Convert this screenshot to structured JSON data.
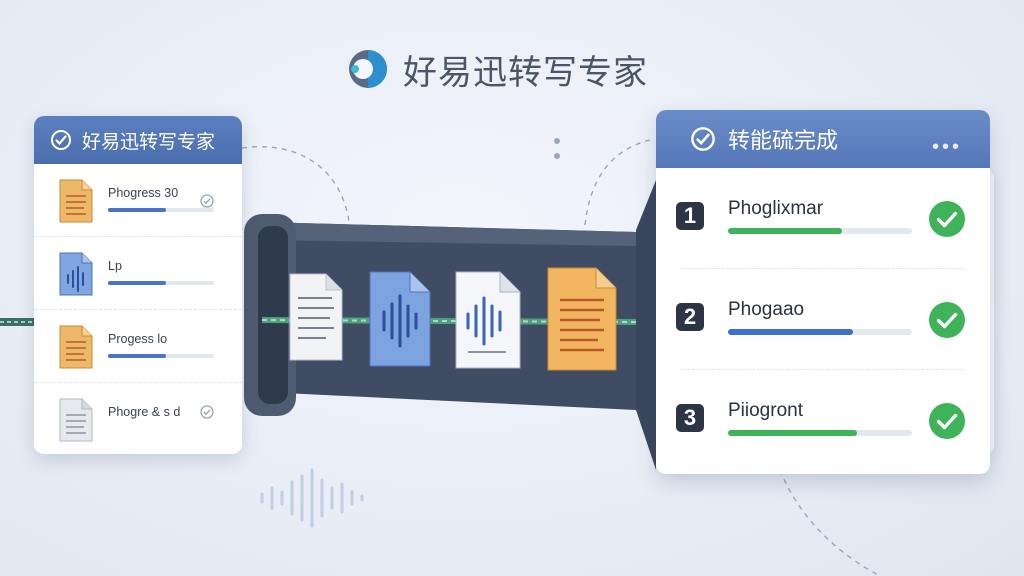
{
  "brand": {
    "title": "好易迅转写专家"
  },
  "left_panel": {
    "title": "好易迅转写专家",
    "items": [
      {
        "label": "Phogress 30",
        "progress": 0.55,
        "icon": "text-doc-icon",
        "color": "#e8b565",
        "tick": true
      },
      {
        "label": "Lp",
        "progress": 0.55,
        "icon": "audio-doc-icon",
        "color": "#6d95d6",
        "tick": false
      },
      {
        "label": "Progess lo",
        "progress": 0.55,
        "icon": "text-doc-icon",
        "color": "#e8b565",
        "tick": false
      },
      {
        "label": "Phogre & s d",
        "progress": 0.0,
        "icon": "gray-doc-icon",
        "color": "#c9ced6",
        "tick": true
      }
    ]
  },
  "right_panel": {
    "title": "转能硫完成",
    "dots": "•••",
    "items": [
      {
        "num": "1",
        "label": "Phoglixmar",
        "progress": 0.62,
        "color": "#3fb35a"
      },
      {
        "num": "2",
        "label": "Phogaao",
        "progress": 0.68,
        "color": "#3c6fd1"
      },
      {
        "num": "3",
        "label": "Piiogront",
        "progress": 0.7,
        "color": "#3fb35a"
      }
    ]
  },
  "colors": {
    "accent_blue": "#4a6eae",
    "success_green": "#3fb35a",
    "tunnel_dark": "#3d4a60"
  }
}
